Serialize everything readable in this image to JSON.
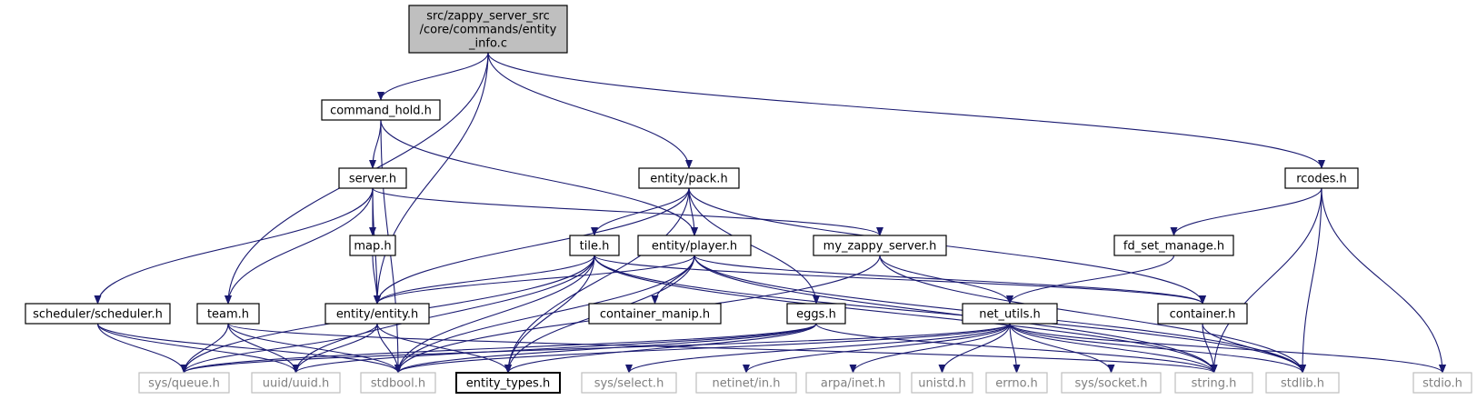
{
  "diagram": {
    "root": {
      "lines": [
        "src/zappy_server_src",
        "/core/commands/entity",
        "_info.c"
      ],
      "fill": "#bfbfbf"
    },
    "nodes": {
      "command_hold": "command_hold.h",
      "server": "server.h",
      "entity_pack": "entity/pack.h",
      "rcodes": "rcodes.h",
      "map": "map.h",
      "tile": "tile.h",
      "entity_player": "entity/player.h",
      "my_zappy_server": "my_zappy_server.h",
      "fd_set_manage": "fd_set_manage.h",
      "scheduler": "scheduler/scheduler.h",
      "team": "team.h",
      "entity_entity": "entity/entity.h",
      "container_manip": "container_manip.h",
      "eggs": "eggs.h",
      "net_utils": "net_utils.h",
      "container": "container.h",
      "sys_queue": "sys/queue.h",
      "uuid": "uuid/uuid.h",
      "stdbool": "stdbool.h",
      "entity_types": "entity_types.h",
      "sys_select": "sys/select.h",
      "netinet_in": "netinet/in.h",
      "arpa_inet": "arpa/inet.h",
      "unistd": "unistd.h",
      "errno": "errno.h",
      "sys_socket": "sys/socket.h",
      "string": "string.h",
      "stdlib": "stdlib.h",
      "stdio": "stdio.h"
    },
    "external_nodes": [
      "sys_queue",
      "uuid",
      "stdbool",
      "sys_select",
      "netinet_in",
      "arpa_inet",
      "unistd",
      "errno",
      "sys_socket",
      "string",
      "stdlib",
      "stdio"
    ],
    "colors": {
      "edge": "#191970",
      "node_border": "#000000",
      "external_border": "#bfbfbf",
      "external_text": "#7f7f7f"
    },
    "edges": [
      [
        "root",
        "command_hold"
      ],
      [
        "root",
        "team"
      ],
      [
        "root",
        "entity_entity"
      ],
      [
        "root",
        "entity_pack"
      ],
      [
        "root",
        "rcodes"
      ],
      [
        "command_hold",
        "server"
      ],
      [
        "command_hold",
        "entity_player"
      ],
      [
        "command_hold",
        "stdbool"
      ],
      [
        "server",
        "map"
      ],
      [
        "server",
        "entity_entity"
      ],
      [
        "server",
        "scheduler"
      ],
      [
        "server",
        "team"
      ],
      [
        "server",
        "my_zappy_server"
      ],
      [
        "entity_pack",
        "tile"
      ],
      [
        "entity_pack",
        "entity_player"
      ],
      [
        "entity_pack",
        "eggs"
      ],
      [
        "entity_pack",
        "container"
      ],
      [
        "entity_pack",
        "entity_entity"
      ],
      [
        "entity_pack",
        "entity_types"
      ],
      [
        "rcodes",
        "fd_set_manage"
      ],
      [
        "rcodes",
        "string"
      ],
      [
        "rcodes",
        "stdlib"
      ],
      [
        "rcodes",
        "stdio"
      ],
      [
        "map",
        "entity_entity"
      ],
      [
        "tile",
        "entity_entity"
      ],
      [
        "tile",
        "sys_queue"
      ],
      [
        "tile",
        "uuid"
      ],
      [
        "tile",
        "stdbool"
      ],
      [
        "tile",
        "entity_types"
      ],
      [
        "tile",
        "container"
      ],
      [
        "tile",
        "string"
      ],
      [
        "tile",
        "stdlib"
      ],
      [
        "entity_player",
        "entity_entity"
      ],
      [
        "entity_player",
        "container_manip"
      ],
      [
        "entity_player",
        "container"
      ],
      [
        "entity_player",
        "stdbool"
      ],
      [
        "entity_player",
        "entity_types"
      ],
      [
        "entity_player",
        "string"
      ],
      [
        "entity_player",
        "stdlib"
      ],
      [
        "my_zappy_server",
        "net_utils"
      ],
      [
        "my_zappy_server",
        "stdbool"
      ],
      [
        "my_zappy_server",
        "stdlib"
      ],
      [
        "fd_set_manage",
        "net_utils"
      ],
      [
        "scheduler",
        "sys_queue"
      ],
      [
        "scheduler",
        "uuid"
      ],
      [
        "scheduler",
        "stdbool"
      ],
      [
        "team",
        "sys_queue"
      ],
      [
        "team",
        "uuid"
      ],
      [
        "team",
        "stdbool"
      ],
      [
        "team",
        "string"
      ],
      [
        "entity_entity",
        "sys_queue"
      ],
      [
        "entity_entity",
        "uuid"
      ],
      [
        "entity_entity",
        "stdbool"
      ],
      [
        "entity_entity",
        "entity_types"
      ],
      [
        "eggs",
        "sys_queue"
      ],
      [
        "eggs",
        "uuid"
      ],
      [
        "eggs",
        "stdbool"
      ],
      [
        "eggs",
        "entity_types"
      ],
      [
        "eggs",
        "string"
      ],
      [
        "net_utils",
        "sys_queue"
      ],
      [
        "net_utils",
        "stdbool"
      ],
      [
        "net_utils",
        "sys_select"
      ],
      [
        "net_utils",
        "netinet_in"
      ],
      [
        "net_utils",
        "arpa_inet"
      ],
      [
        "net_utils",
        "unistd"
      ],
      [
        "net_utils",
        "errno"
      ],
      [
        "net_utils",
        "sys_socket"
      ],
      [
        "net_utils",
        "string"
      ],
      [
        "net_utils",
        "stdlib"
      ],
      [
        "net_utils",
        "stdio"
      ],
      [
        "container",
        "string"
      ],
      [
        "container",
        "stdlib"
      ]
    ]
  }
}
